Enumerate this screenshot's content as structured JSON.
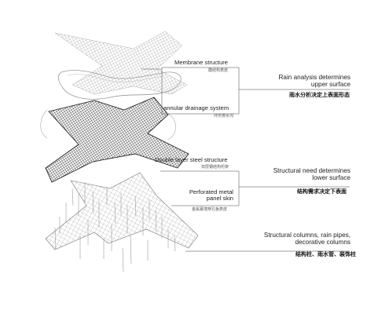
{
  "labels_left": [
    {
      "en": "Membrane structure",
      "zh": "膜结构表皮"
    },
    {
      "en": "annular drainage system",
      "zh": "环形排水沟"
    },
    {
      "en": "Double layer steel structure",
      "zh": "双层钢结构桁架"
    },
    {
      "en": "Perforated metal\npanel skin",
      "zh": "金属幕墙穿孔板表皮"
    }
  ],
  "labels_right": [
    {
      "en": "Rain analysis determines\nupper surface",
      "zh": "雨水分析决定上表面形态"
    },
    {
      "en": "Structural need determines\nlower surface",
      "zh": "结构需求决定下表面"
    },
    {
      "en": "Structural columns, rain pipes,\ndecorative columns",
      "zh": "结构柱、雨水管、装饰柱"
    }
  ],
  "colors": {
    "line": "#444444",
    "mesh": "#9a9a9a",
    "mesh_dark": "#333333"
  }
}
